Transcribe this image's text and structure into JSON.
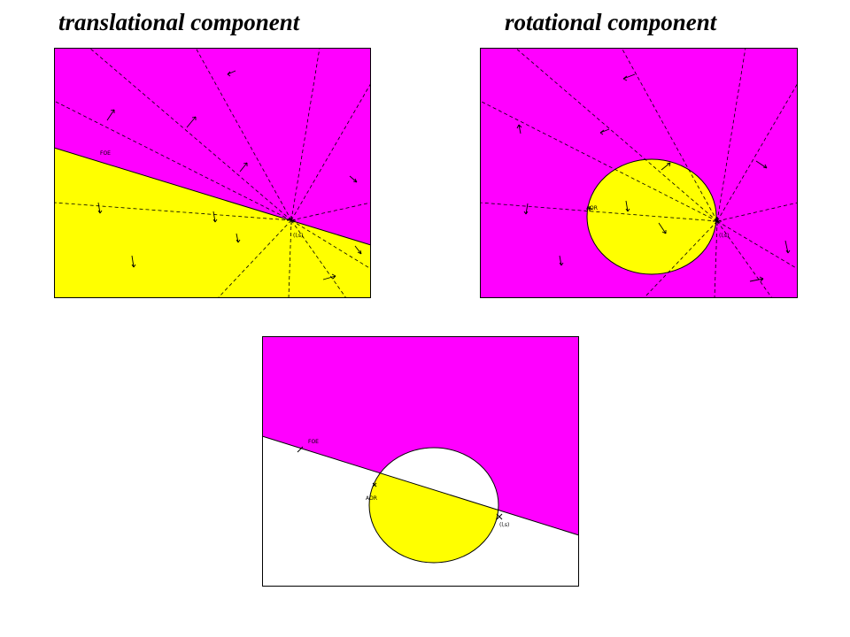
{
  "headings": {
    "left": "translational component",
    "right": "rotational component"
  },
  "panels": {
    "translational": {
      "foe_label": "FOE",
      "point_label": "(l,s)"
    },
    "rotational": {
      "aor_label": "AOR",
      "point_label": "(l,s)"
    },
    "combined": {
      "foe_label": "FOE",
      "aor_label": "AOR",
      "point_label": "(l,s)"
    }
  },
  "colors": {
    "magenta": "#ff00ff",
    "yellow": "#ffff00",
    "white": "#ffffff",
    "line": "#000000"
  }
}
